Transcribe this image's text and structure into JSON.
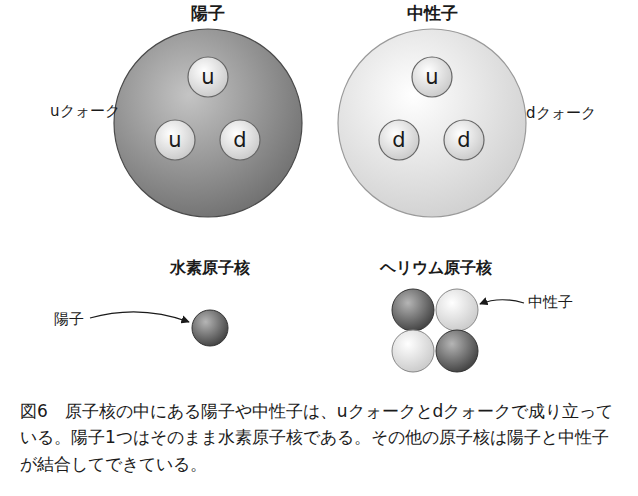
{
  "diagram": {
    "caption": "図6　原子核の中にある陽子や中性子は、uクォークとdクォークで成り立っている。陽子1つはそのまま水素原子核である。その他の原子核は陽子と中性子が結合してできている。",
    "nodes": [
      {
        "text": [
          "陽子"
        ]
      },
      {
        "text": [
          "u"
        ],
        "in": 0
      },
      {
        "text": [
          "u"
        ],
        "in": 0
      },
      {
        "text": [
          "d"
        ],
        "in": 0
      },
      {
        "text": [
          "中性子"
        ]
      },
      {
        "text": [
          "u"
        ],
        "in": 4
      },
      {
        "text": [
          "d"
        ],
        "in": 4
      },
      {
        "text": [
          "d"
        ],
        "in": 4
      }
    ],
    "labels": [
      "uクォーク",
      "dクォーク",
      "水素原子核",
      "ヘリウム原子核",
      "陽子",
      "中性子"
    ]
  }
}
